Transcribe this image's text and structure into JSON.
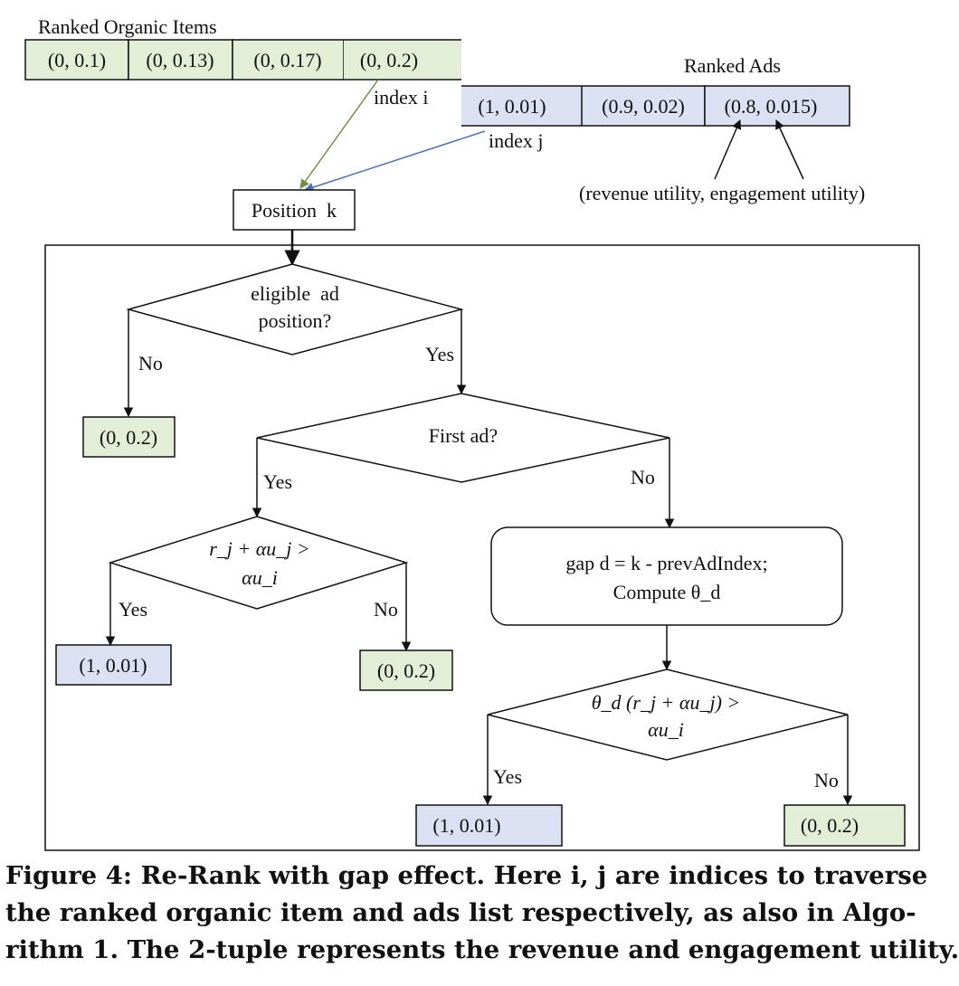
{
  "diagram": {
    "organic_list": {
      "title": "Ranked Organic Items",
      "items": [
        "(0, 0.1)",
        "(0, 0.13)",
        "(0, 0.17)",
        "(0, 0.2)"
      ],
      "pointer_label": "index i"
    },
    "ads_list": {
      "title": "Ranked Ads",
      "items": [
        "(1, 0.01)",
        "(0.9, 0.02)",
        "(0.8, 0.015)"
      ],
      "pointer_label": "index j",
      "tuple_annotation": "(revenue utility, engagement utility)"
    },
    "position_node": "Position  k",
    "decision_eligible": {
      "line1": "eligible  ad",
      "line2": "position?"
    },
    "decision_first_ad": "First ad?",
    "decision_first_compare": {
      "line1": "r_j + αu_j >",
      "line2": "αu_i"
    },
    "gap_process": {
      "line1": "gap d = k - prevAdIndex;",
      "line2": "Compute θ_d"
    },
    "decision_gap_compare": {
      "line1": "θ_d (r_j + αu_j) >",
      "line2": "αu_i"
    },
    "edge_labels": {
      "eligible_no": "No",
      "eligible_yes": "Yes",
      "first_yes": "Yes",
      "first_no": "No",
      "compare_yes": "Yes",
      "compare_no": "No",
      "gap_yes": "Yes",
      "gap_no": "No"
    },
    "outcomes": {
      "not_eligible": "(0, 0.2)",
      "first_ad_yes": "(1, 0.01)",
      "first_ad_no": "(0, 0.2)",
      "gap_yes": "(1, 0.01)",
      "gap_no": "(0, 0.2)"
    },
    "colors": {
      "organic_fill": "#e3eed6",
      "ad_fill": "#d9e1f2",
      "organic_arrow": "#6e8f45",
      "ad_arrow": "#4a6fbf",
      "stroke": "#111111"
    }
  },
  "caption": {
    "line1": "Figure 4: Re-Rank with gap effect. Here i, j are indices to traverse",
    "line2": "the ranked organic item and ads list respectively, as also in Algo-",
    "line3": "rithm 1. The 2-tuple represents the revenue and engagement utility."
  }
}
